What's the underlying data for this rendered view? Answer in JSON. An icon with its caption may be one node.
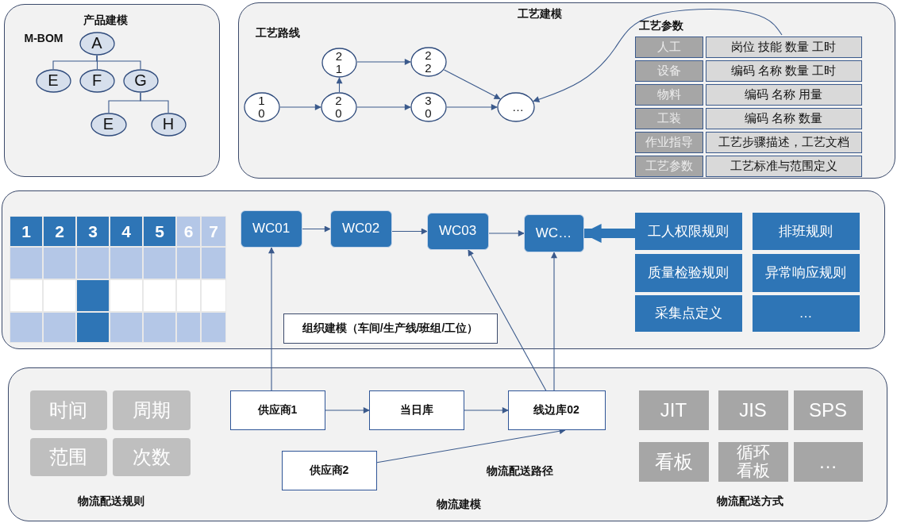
{
  "diagram": {
    "nodes": [
      {
        "text": [
          "产品建模",
          "M-BOM"
        ]
      },
      {
        "text": [
          "A"
        ],
        "in": 0
      },
      {
        "text": [
          "E"
        ],
        "in": 0
      },
      {
        "text": [
          "F"
        ],
        "in": 0
      },
      {
        "text": [
          "G"
        ],
        "in": 0
      },
      {
        "text": [
          "E"
        ],
        "in": 0
      },
      {
        "text": [
          "H"
        ],
        "in": 0
      },
      {
        "text": [
          "工艺建模",
          "工艺路线"
        ]
      },
      {
        "text": [
          "10"
        ],
        "in": 7
      },
      {
        "text": [
          "20"
        ],
        "in": 7
      },
      {
        "text": [
          "21"
        ],
        "in": 7
      },
      {
        "text": [
          "22"
        ],
        "in": 7
      },
      {
        "text": [
          "30"
        ],
        "in": 7
      },
      {
        "text": [
          "…"
        ],
        "in": 7
      },
      {
        "text": [
          "工艺参数"
        ],
        "in": 7
      },
      {
        "text": [
          "人工"
        ],
        "in": 14
      },
      {
        "text": [
          "岗位 技能 数量 工时"
        ],
        "in": 14
      },
      {
        "text": [
          "设备"
        ],
        "in": 14
      },
      {
        "text": [
          "编码 名称 数量 工时"
        ],
        "in": 14
      },
      {
        "text": [
          "物料"
        ],
        "in": 14
      },
      {
        "text": [
          "编码 名称 用量"
        ],
        "in": 14
      },
      {
        "text": [
          "工装"
        ],
        "in": 14
      },
      {
        "text": [
          "编码 名称 数量"
        ],
        "in": 14
      },
      {
        "text": [
          "作业指导"
        ],
        "in": 14
      },
      {
        "text": [
          "工艺步骤描述，工艺文档"
        ],
        "in": 14
      },
      {
        "text": [
          "工艺参数"
        ],
        "in": 14
      },
      {
        "text": [
          "工艺标准与范围定义"
        ],
        "in": 14
      },
      {
        "text": [],
        "shape": "box"
      },
      {
        "text": [
          "WC01"
        ],
        "in": 27
      },
      {
        "text": [
          "WC02"
        ],
        "in": 27
      },
      {
        "text": [
          "WC03"
        ],
        "in": 27
      },
      {
        "text": [
          "WC…"
        ],
        "in": 27
      },
      {
        "text": [
          "工人权限规则"
        ],
        "in": 27
      },
      {
        "text": [
          "排班规则"
        ],
        "in": 27
      },
      {
        "text": [
          "质量检验规则"
        ],
        "in": 27
      },
      {
        "text": [
          "异常响应规则"
        ],
        "in": 27
      },
      {
        "text": [
          "采集点定义"
        ],
        "in": 27
      },
      {
        "text": [
          "…"
        ],
        "in": 27
      },
      {
        "text": [
          "组织建模（车间/生产线/班组/工位）"
        ],
        "in": 27
      },
      {
        "text": [
          "物流建模"
        ]
      },
      {
        "text": [
          "时间"
        ],
        "in": 39
      },
      {
        "text": [
          "周期"
        ],
        "in": 39
      },
      {
        "text": [
          "范围"
        ],
        "in": 39
      },
      {
        "text": [
          "次数"
        ],
        "in": 39
      },
      {
        "text": [
          "供应商1"
        ],
        "in": 39
      },
      {
        "text": [
          "当日库"
        ],
        "in": 39
      },
      {
        "text": [
          "线边库02"
        ],
        "in": 39
      },
      {
        "text": [
          "供应商2"
        ],
        "in": 39
      },
      {
        "text": [
          "JIT"
        ],
        "in": 39
      },
      {
        "text": [
          "JIS"
        ],
        "in": 39
      },
      {
        "text": [
          "SPS"
        ],
        "in": 39
      },
      {
        "text": [
          "看板"
        ],
        "in": 39
      },
      {
        "text": [
          "循环看板"
        ],
        "in": 39
      },
      {
        "text": [
          "…"
        ],
        "in": 39
      }
    ],
    "edges": [
      {
        "from": 1,
        "to": 2,
        "arrow": "none"
      },
      {
        "from": 1,
        "to": 3,
        "arrow": "none"
      },
      {
        "from": 1,
        "to": 4,
        "arrow": "none"
      },
      {
        "from": 4,
        "to": 5,
        "arrow": "none"
      },
      {
        "from": 4,
        "to": 6,
        "arrow": "none"
      },
      {
        "from": 8,
        "to": 9,
        "arrow": "to"
      },
      {
        "from": 9,
        "to": 10,
        "arrow": "to"
      },
      {
        "from": 10,
        "to": 11,
        "arrow": "to"
      },
      {
        "from": 9,
        "to": 12,
        "arrow": "to"
      },
      {
        "from": 11,
        "to": 13,
        "arrow": "to"
      },
      {
        "from": 12,
        "to": 13,
        "arrow": "to"
      },
      {
        "from": 14,
        "to": 13,
        "arrow": "to"
      },
      {
        "from": 28,
        "to": 29,
        "arrow": "to"
      },
      {
        "from": 29,
        "to": 30,
        "arrow": "to"
      },
      {
        "from": 30,
        "to": 31,
        "arrow": "to"
      },
      {
        "from": 32,
        "to": 31,
        "arrow": "to",
        "style": "thick",
        "color": "#2e75b6"
      },
      {
        "from": 44,
        "to": 28,
        "arrow": "to"
      },
      {
        "from": 46,
        "to": 30,
        "arrow": "to"
      },
      {
        "from": 46,
        "to": 31,
        "arrow": "to"
      },
      {
        "from": 44,
        "to": 45,
        "arrow": "to"
      },
      {
        "from": 45,
        "to": 46,
        "arrow": "to"
      },
      {
        "from": 47,
        "to": 46,
        "arrow": "to"
      }
    ],
    "labels": [
      "1",
      "2",
      "3",
      "4",
      "5",
      "6",
      "7",
      "物流配送规则",
      "物流配送路径",
      "物流配送方式"
    ]
  }
}
